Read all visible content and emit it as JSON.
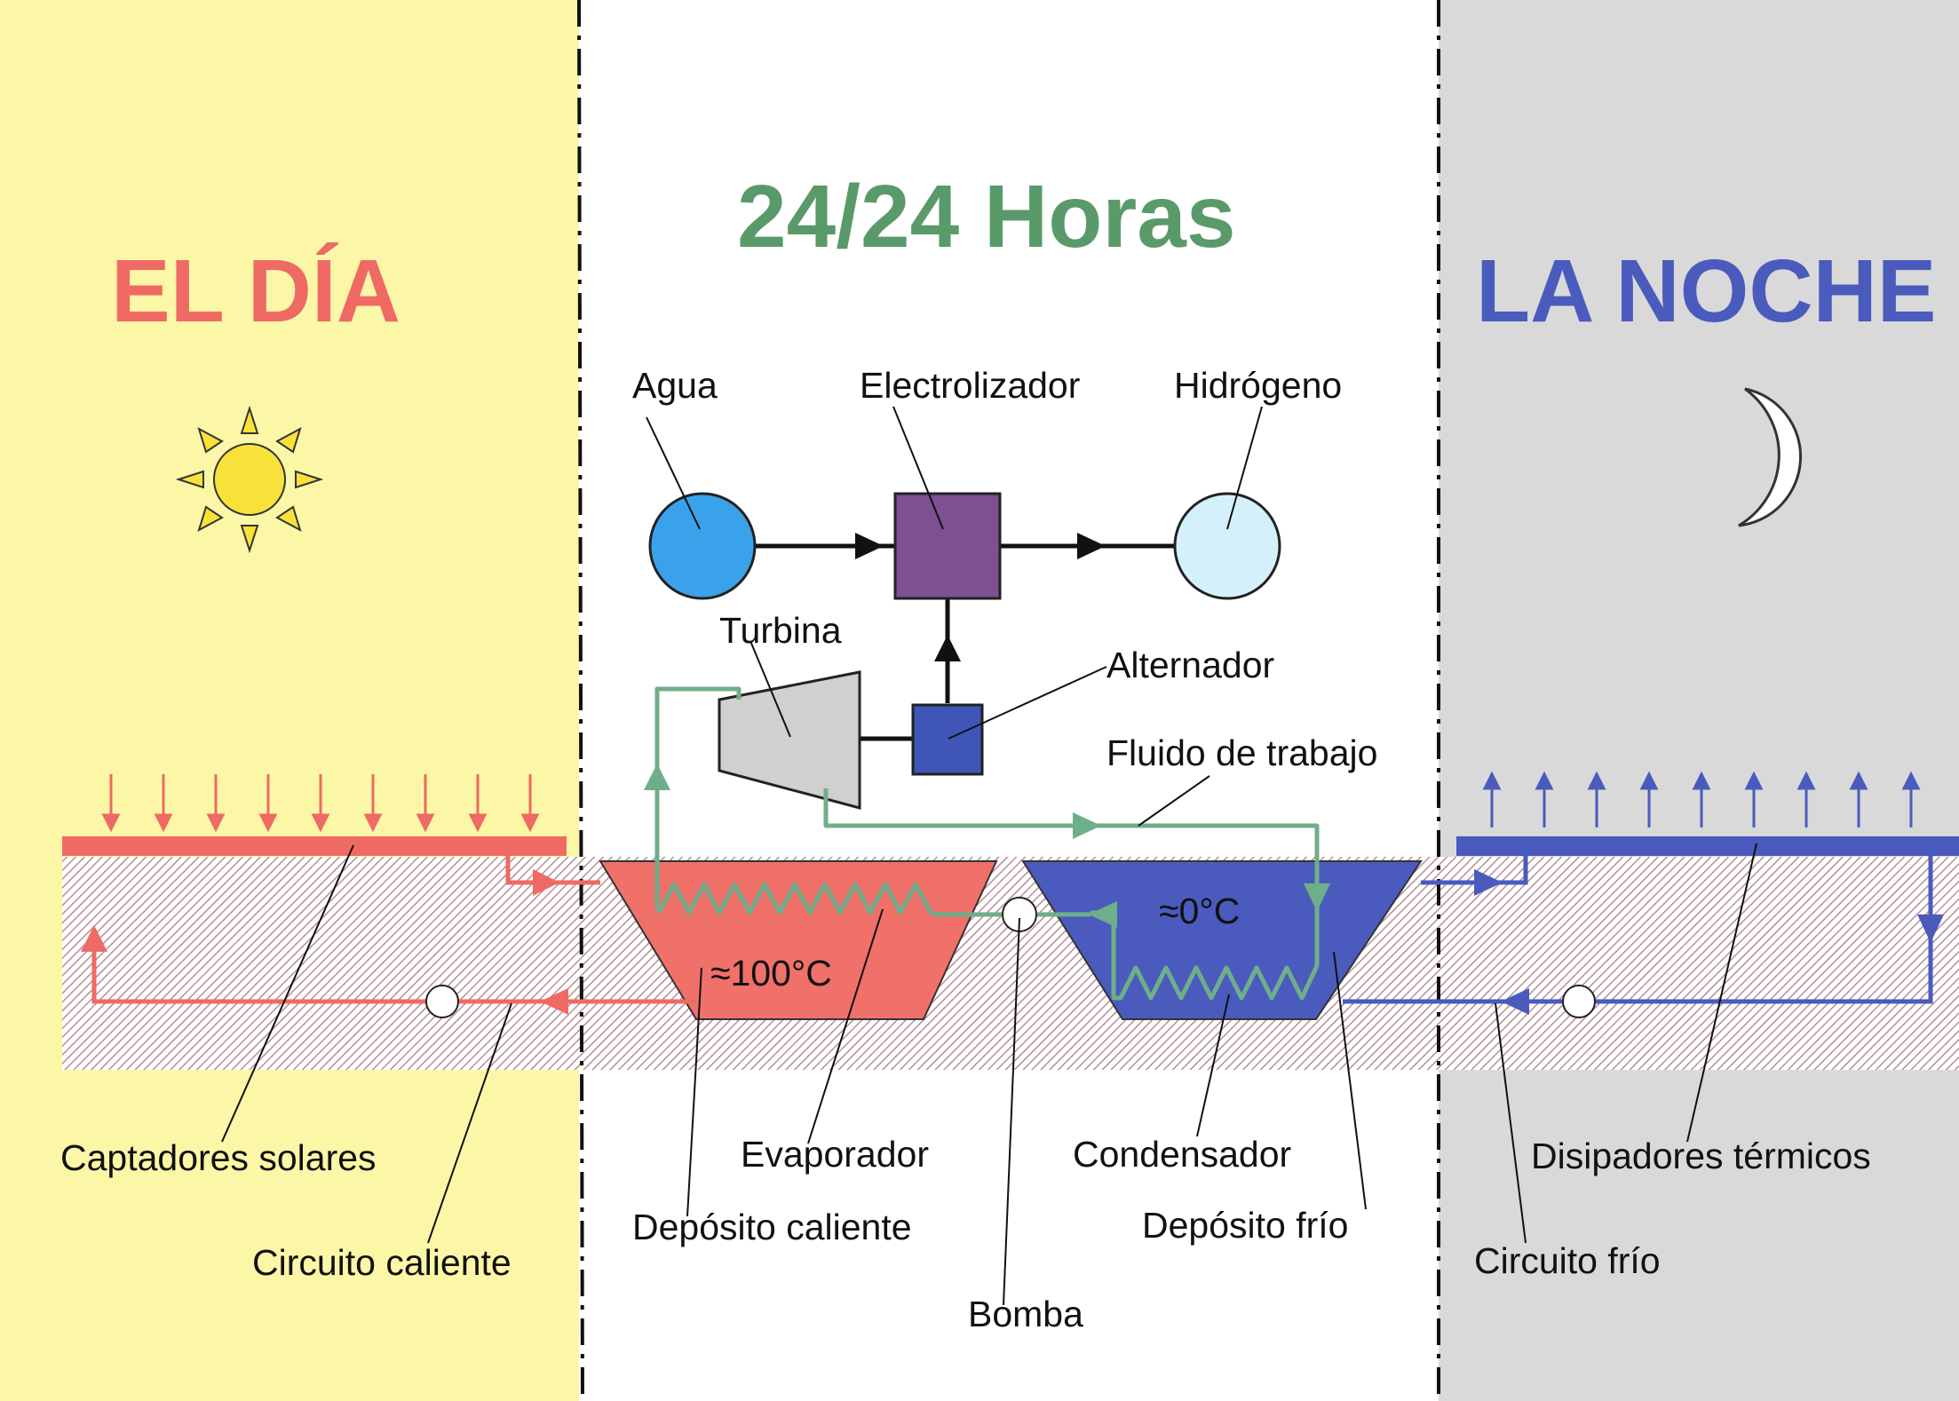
{
  "headings": {
    "day": "EL DÍA",
    "center": "24/24 Horas",
    "night": "LA NOCHE"
  },
  "labels": {
    "agua": "Agua",
    "electrolizador": "Electrolizador",
    "hidrogeno": "Hidrógeno",
    "turbina": "Turbina",
    "alternador": "Alternador",
    "fluido": "Fluido de trabajo",
    "captadores": "Captadores solares",
    "circuito_caliente": "Circuito caliente",
    "evaporador": "Evaporador",
    "deposito_caliente": "Depósito caliente",
    "bomba": "Bomba",
    "condensador": "Condensador",
    "deposito_frio": "Depósito frío",
    "disipadores": "Disipadores térmicos",
    "circuito_frio": "Circuito frío"
  },
  "temperatures": {
    "hot": "≈100°C",
    "cold": "≈0°C"
  },
  "icons": {
    "day": "sun-icon",
    "night": "crescent-moon-icon"
  },
  "colors": {
    "day_bg": "#fbf7a6",
    "night_bg": "#d9d9d9",
    "hot": "#f0706a",
    "cold": "#4a5bbd",
    "working_fluid": "#6fae8a",
    "center_title": "#5a9a6a",
    "water": "#3aa2ea",
    "electrolyzer": "#7d4f93",
    "hydrogen": "#d4f1fb",
    "turbine": "#d0d0d0",
    "alternator": "#3f55b8",
    "sun": "#f8e23a",
    "ground_hatch": "#c9aab2"
  }
}
